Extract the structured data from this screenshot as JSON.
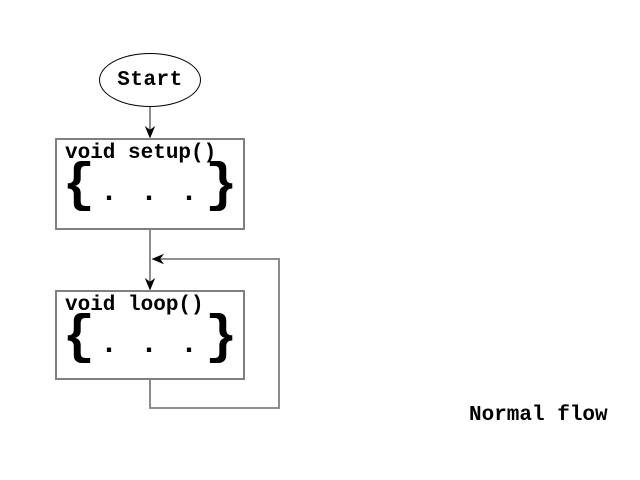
{
  "colors": {
    "background": "#ffffff",
    "line": "#808080",
    "node_border": "#000000",
    "text": "#000000",
    "arrowhead": "#000000"
  },
  "nodes": {
    "start": {
      "label": "Start"
    },
    "setup": {
      "title": "void setup()",
      "brace_left": "{",
      "dots": ". . .",
      "brace_right": "}"
    },
    "loop": {
      "title": "void loop()",
      "brace_left": "{",
      "dots": ". . .",
      "brace_right": "}"
    }
  },
  "caption": "Normal flow"
}
